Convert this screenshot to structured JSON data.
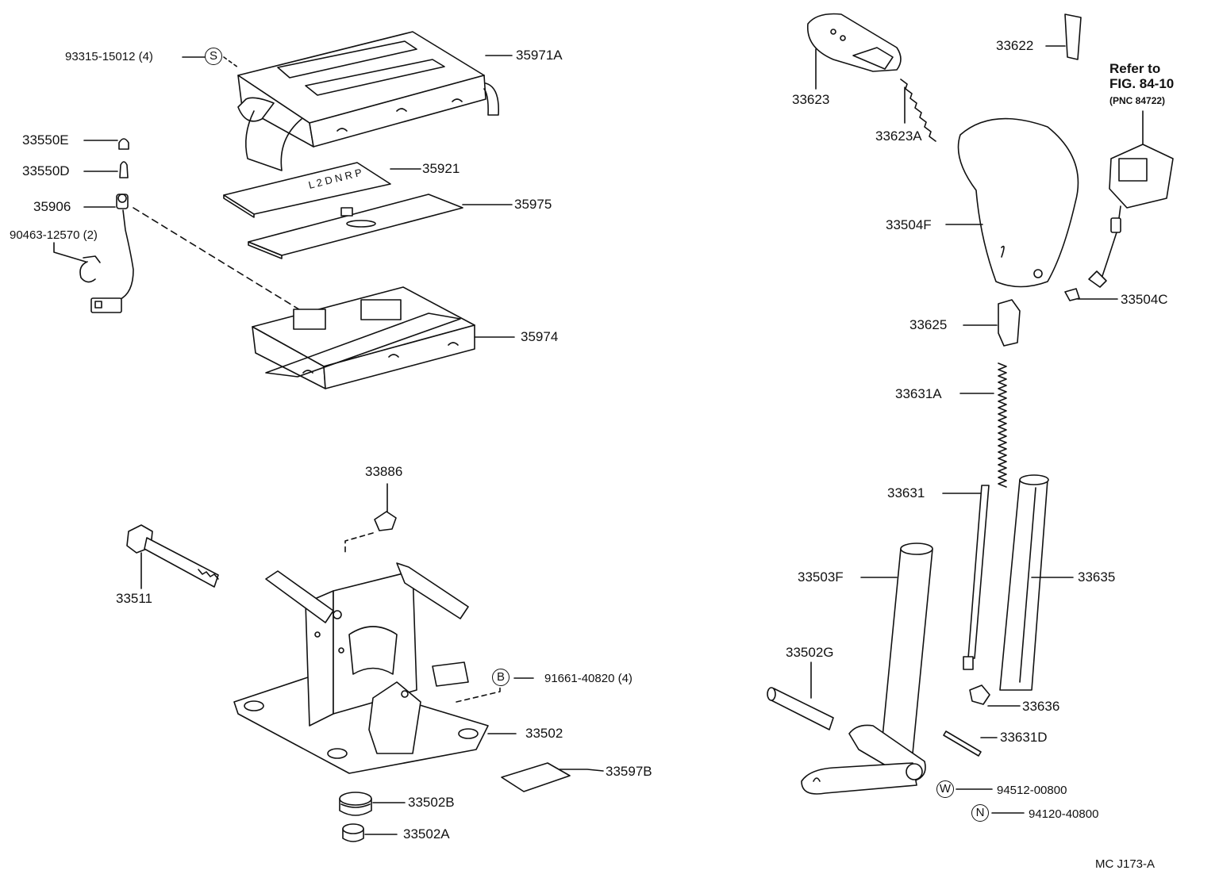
{
  "labels": {
    "p35971A": "35971A",
    "p93315": "93315-15012 (4)",
    "p33550E": "33550E",
    "p33550D": "33550D",
    "p35921": "35921",
    "p35906": "35906",
    "p35975": "35975",
    "p90463": "90463-12570 (2)",
    "p35974": "35974",
    "p33886": "33886",
    "p33511": "33511",
    "p91661": "91661-40820 (4)",
    "p33502": "33502",
    "p33597B": "33597B",
    "p33502B": "33502B",
    "p33502A": "33502A",
    "p33623": "33623",
    "p33622": "33622",
    "p33623A": "33623A",
    "p33504F": "33504F",
    "p33504C": "33504C",
    "p33625": "33625",
    "p33631A": "33631A",
    "p33631": "33631",
    "p33503F": "33503F",
    "p33635": "33635",
    "p33502G": "33502G",
    "p33636": "33636",
    "p33631D": "33631D",
    "p94512": "94512-00800",
    "p94120": "94120-40800"
  },
  "symbols": {
    "s": "S",
    "b": "B",
    "w": "W",
    "n": "N"
  },
  "note": {
    "line1": "Refer to",
    "line2": "FIG. 84-10",
    "line3": "(PNC 84722)"
  },
  "drawing_code": "MC  J173-A"
}
